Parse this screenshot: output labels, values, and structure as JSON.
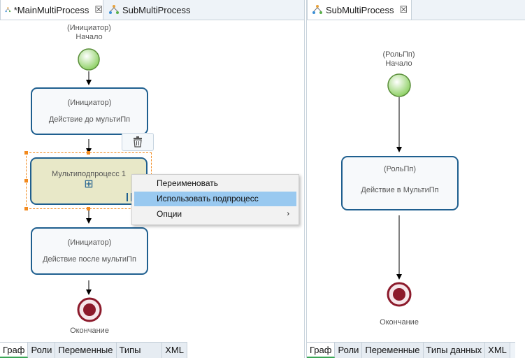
{
  "left_editor": {
    "tabs": [
      {
        "label": "*MainMultiProcess",
        "close": "☒"
      },
      {
        "label": "SubMultiProcess"
      }
    ],
    "start": {
      "role": "(Инициатор)",
      "label": "Начало"
    },
    "nodes": [
      {
        "role": "(Инициатор)",
        "label": "Действие до мультиПп"
      },
      {
        "label": "Мультиподпроцесс 1",
        "expand_symbol": "⊞"
      },
      {
        "role": "(Инициатор)",
        "label": "Действие после мультиПп"
      }
    ],
    "end": {
      "label": "Окончание"
    },
    "bottom_tabs": [
      "Граф",
      "Роли",
      "Переменные",
      "Типы данных",
      "XML"
    ],
    "context_menu": {
      "items": [
        {
          "label": "Переименовать"
        },
        {
          "label": "Использовать подпроцесс"
        },
        {
          "label": "Опции",
          "submenu": "›"
        }
      ]
    },
    "delete_icon": "trash-icon"
  },
  "right_editor": {
    "tab": {
      "label": "SubMultiProcess",
      "close": "☒"
    },
    "start": {
      "role": "(РольПп)",
      "label": "Начало"
    },
    "node": {
      "role": "(РольПп)",
      "label": "Действие в МультиПп"
    },
    "end": {
      "label": "Окончание"
    },
    "bottom_tabs": [
      "Граф",
      "Роли",
      "Переменные",
      "Типы данных",
      "XML"
    ]
  },
  "colors": {
    "node_border": "#1f5f8f",
    "subprocess_fill": "#e8e8c8",
    "start_green": "#8fd166",
    "end_red": "#8c1a2b",
    "menu_highlight": "#99c9f0",
    "selection_orange": "#f28a1e"
  }
}
